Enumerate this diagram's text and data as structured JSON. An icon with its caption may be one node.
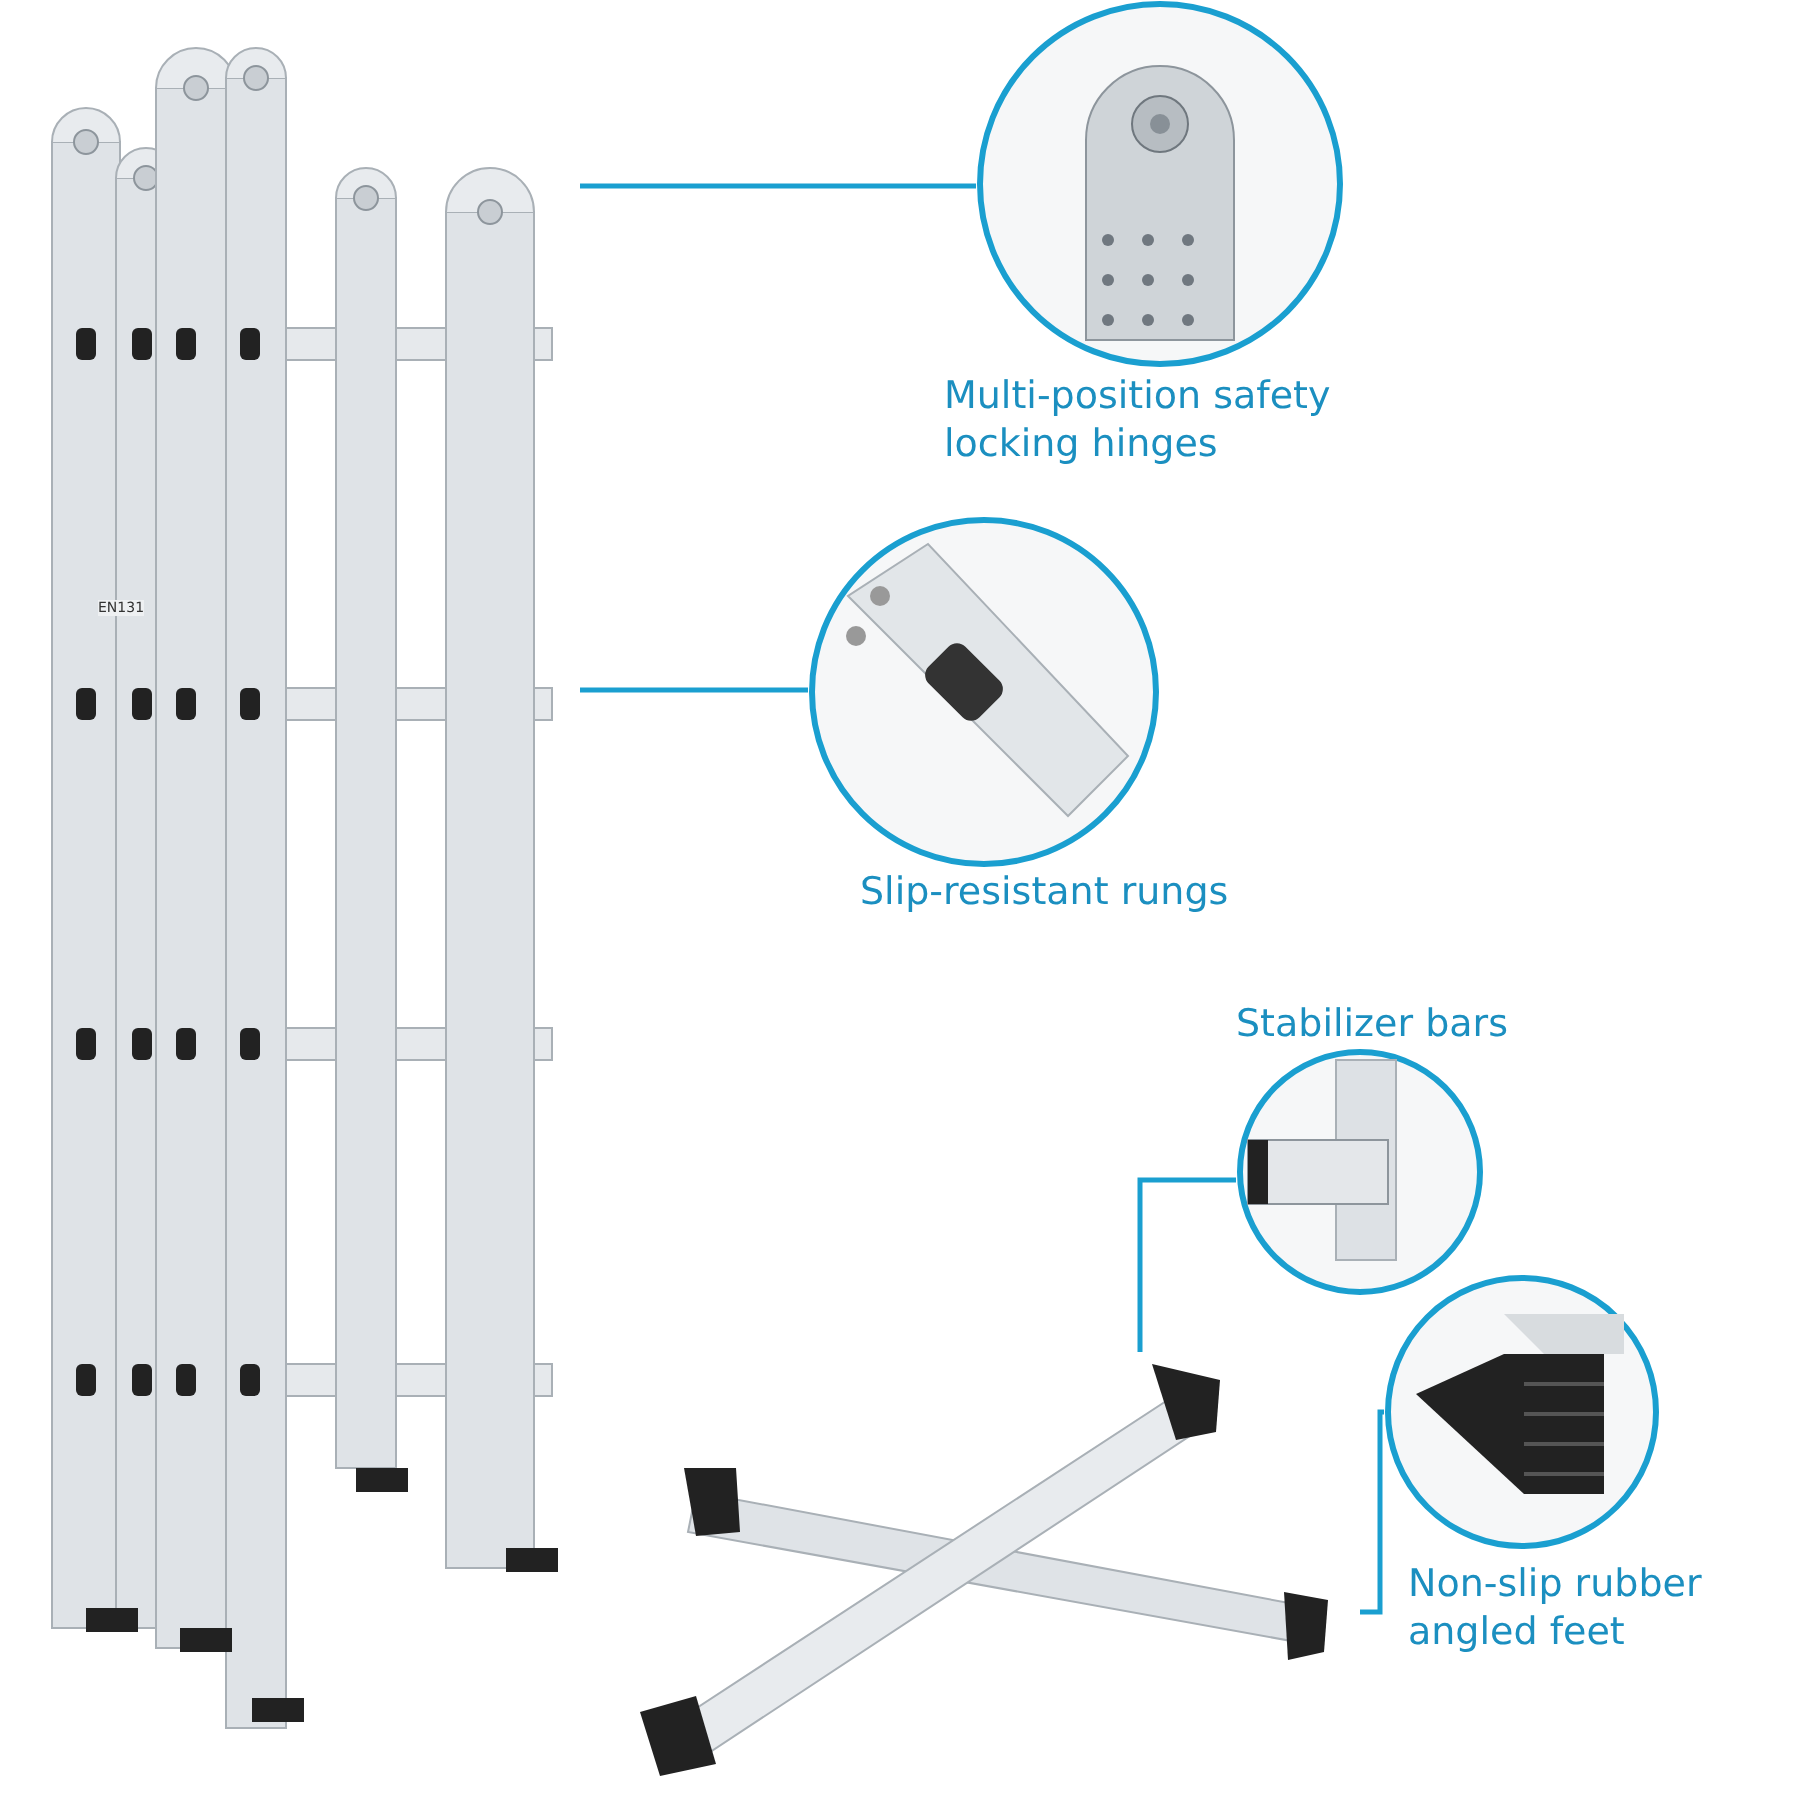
{
  "diagram": {
    "nodes": [
      {
        "text": [],
        "shape": "picture"
      },
      {
        "text": [],
        "shape": "picture",
        "beside": [
          "Multi-position safety locking hinges"
        ]
      },
      {
        "text": [],
        "shape": "picture",
        "beside": [
          "Slip-resistant rungs"
        ]
      },
      {
        "text": [],
        "shape": "picture"
      },
      {
        "text": [],
        "shape": "picture",
        "beside": [
          "Stabilizer bars"
        ]
      },
      {
        "text": [],
        "shape": "picture",
        "beside": [
          "Non-slip rubber angled feet"
        ]
      }
    ],
    "edges": [
      {
        "from": 0,
        "to": 1,
        "arrow": "none"
      },
      {
        "from": 0,
        "to": 2,
        "arrow": "none"
      },
      {
        "from": 3,
        "to": 4,
        "arrow": "none"
      },
      {
        "from": 3,
        "to": 5,
        "arrow": "none"
      }
    ],
    "labels": [
      "EN131"
    ]
  }
}
